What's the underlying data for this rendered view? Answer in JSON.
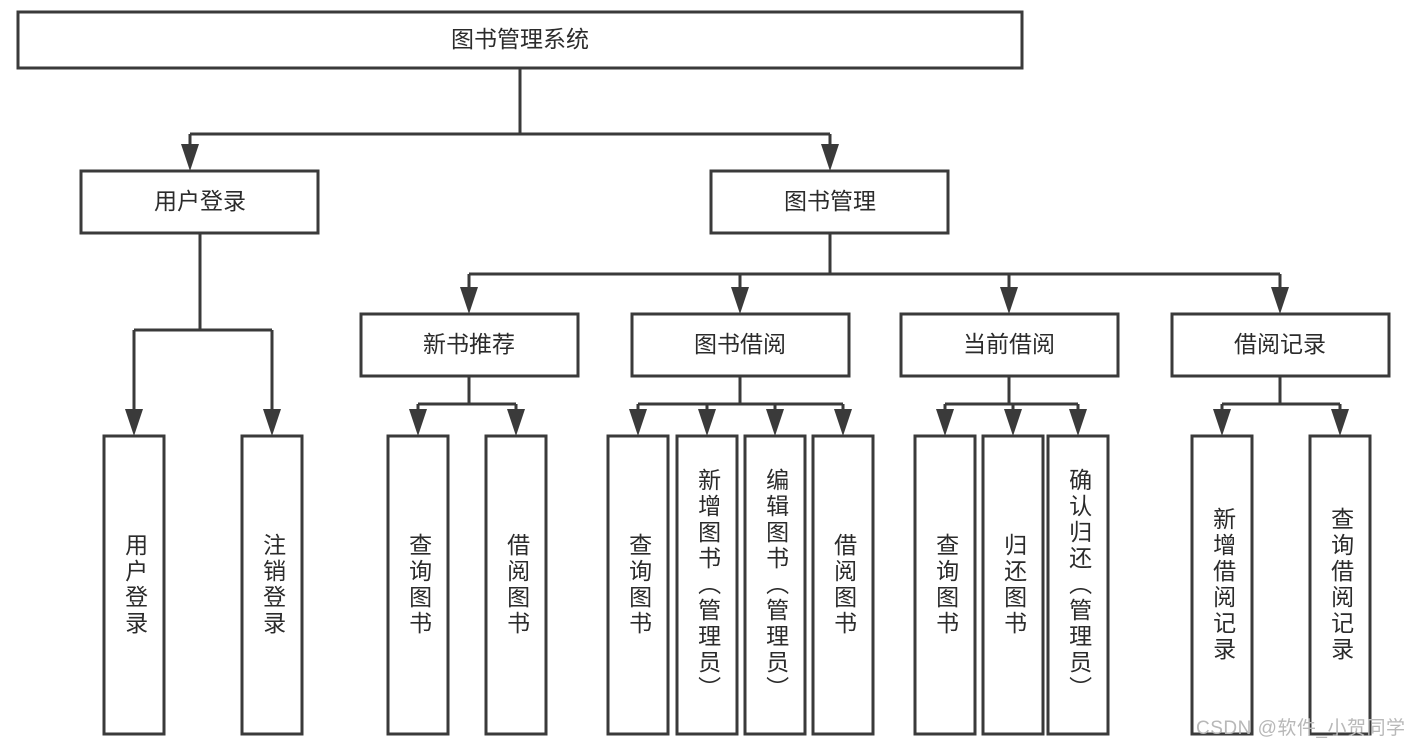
{
  "diagram": {
    "title": "图书管理系统",
    "type": "tree-hierarchy",
    "watermark": "CSDN @软件_小贺同学",
    "colors": {
      "stroke": "#3a3a3a",
      "fill": "#ffffff",
      "text": "#2b2b2b",
      "watermark": "#b8b8b8",
      "background": "#ffffff"
    },
    "root": {
      "label": "图书管理系统"
    },
    "level2": [
      {
        "label": "用户登录"
      },
      {
        "label": "图书管理"
      }
    ],
    "level3": [
      {
        "label": "新书推荐"
      },
      {
        "label": "图书借阅"
      },
      {
        "label": "当前借阅"
      },
      {
        "label": "借阅记录"
      }
    ],
    "leaves": {
      "user_login": [
        {
          "label": "用户登录"
        },
        {
          "label": "注销登录"
        }
      ],
      "new_book_recommend": [
        {
          "label": "查询图书"
        },
        {
          "label": "借阅图书"
        }
      ],
      "book_borrow": [
        {
          "label": "查询图书"
        },
        {
          "label": "新增图书（管理员）"
        },
        {
          "label": "编辑图书（管理员）"
        },
        {
          "label": "借阅图书"
        }
      ],
      "current_borrow": [
        {
          "label": "查询图书"
        },
        {
          "label": "归还图书"
        },
        {
          "label": "确认归还（管理员）"
        }
      ],
      "borrow_record": [
        {
          "label": "新增借阅记录"
        },
        {
          "label": "查询借阅记录"
        }
      ]
    }
  }
}
